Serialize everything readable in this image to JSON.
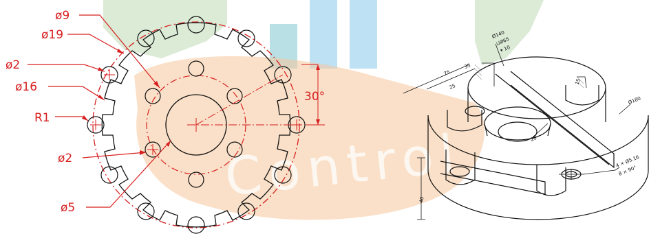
{
  "colors": {
    "dimension_red": "#d81f1f",
    "line_black": "#111111",
    "watermark_orange": "#f6c79a",
    "watermark_green": "#cfe4c8",
    "watermark_teal": "#a8d8de",
    "watermark_blue": "#a9d7f0"
  },
  "watermark": {
    "text": "Control"
  },
  "front_view": {
    "labels": {
      "d9": "ø9",
      "d19": "ø19",
      "d2_top": "ø2",
      "d16": "ø16",
      "r1": "R1",
      "d2_inner": "ø2",
      "d5": "ø5",
      "angle": "30°"
    }
  },
  "iso_view": {
    "labels": {
      "top_note_1": "Ø140",
      "top_note_2": "⊔Ø65",
      "top_note_3": "▾ 10",
      "dim_75": "75",
      "dim_35": "35",
      "dim_25": "25",
      "dim_100": "Ø180",
      "dim_20": "20",
      "dim_15": "15",
      "dim_40": "40",
      "hole_note_1": "4 × Ø5.16",
      "hole_note_2": "8 × 90°"
    }
  }
}
